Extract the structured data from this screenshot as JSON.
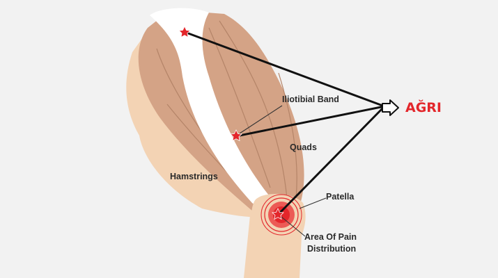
{
  "labels": {
    "iliotibial_band": "Iliotibial Band",
    "quads": "Quads",
    "hamstrings": "Hamstrings",
    "patella": "Patella",
    "area_of_pain_line1": "Area Of Pain",
    "area_of_pain_line2": "Distribution",
    "pain": "AĞRI"
  },
  "colors": {
    "background": "#f2f2f2",
    "skin": "#f3d3b4",
    "muscle": "#d4a386",
    "tendon_white": "#ffffff",
    "pain_red": "#e3262b",
    "line": "#111111"
  },
  "icons": {
    "marker": "star-icon",
    "pointer": "outline-arrow-icon"
  }
}
